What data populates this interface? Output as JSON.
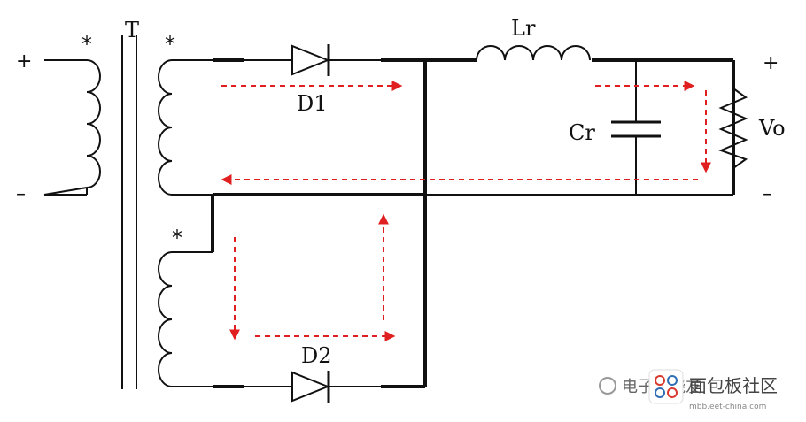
{
  "labels": {
    "transformer": "T",
    "dot_primary": "*",
    "dot_secondary_top": "*",
    "dot_secondary_bottom": "*",
    "diode1": "D1",
    "diode2": "D2",
    "inductor": "Lr",
    "capacitor": "Cr",
    "output": "Vo",
    "in_plus": "+",
    "in_minus": "–",
    "out_plus": "+",
    "out_minus": "–"
  },
  "watermark": {
    "text": "电子发烧友",
    "site_text": "面包板社区",
    "site_url": "mbb.eet-china.com"
  },
  "colors": {
    "wire": "#111111",
    "current_arrow": "#e02020",
    "watermark_logo_1": "#d9382d",
    "watermark_logo_2": "#2f6db5"
  }
}
